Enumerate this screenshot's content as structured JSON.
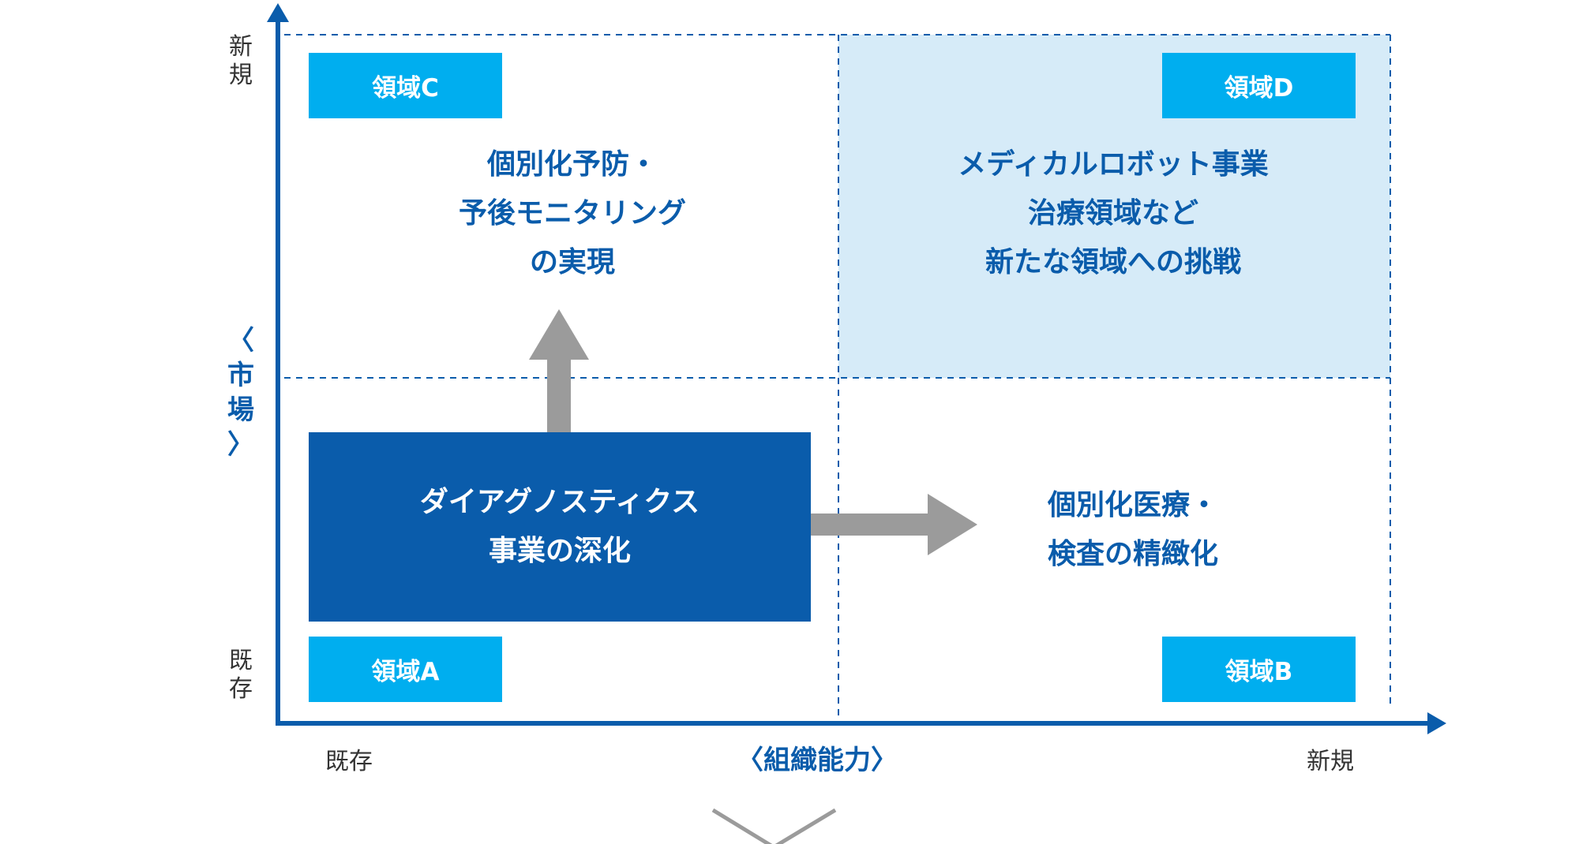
{
  "colors": {
    "axis": "#0a5cab",
    "tag": "#00aeef",
    "highlight_quadrant": "#d6ebf8",
    "core_box": "#0a5cab",
    "arrow": "#9b9b9b",
    "text_blue": "#0a5cab"
  },
  "y_axis": {
    "title": [
      "〈",
      "市",
      "場",
      "〉"
    ],
    "top_label": [
      "新",
      "規"
    ],
    "bottom_label": [
      "既",
      "存"
    ]
  },
  "x_axis": {
    "title": "〈組織能力〉",
    "left_label": "既存",
    "right_label": "新規"
  },
  "quadrants": {
    "c": {
      "tag": "領域C",
      "lines": [
        "個別化予防・",
        "予後モニタリング",
        "の実現"
      ]
    },
    "d": {
      "tag": "領域D",
      "lines": [
        "メディカルロボット事業",
        "治療領域など",
        "新たな領域への挑戦"
      ]
    },
    "a": {
      "tag": "領域A",
      "lines": [
        "ダイアグノスティクス",
        "事業の深化"
      ]
    },
    "b": {
      "tag": "領域B",
      "lines": [
        "個別化医療・",
        "検査の精緻化"
      ]
    }
  },
  "icons": {
    "up_arrow": "arrow-up-icon",
    "right_arrow": "arrow-right-icon",
    "scroll_hint": "chevron-down-icon"
  }
}
